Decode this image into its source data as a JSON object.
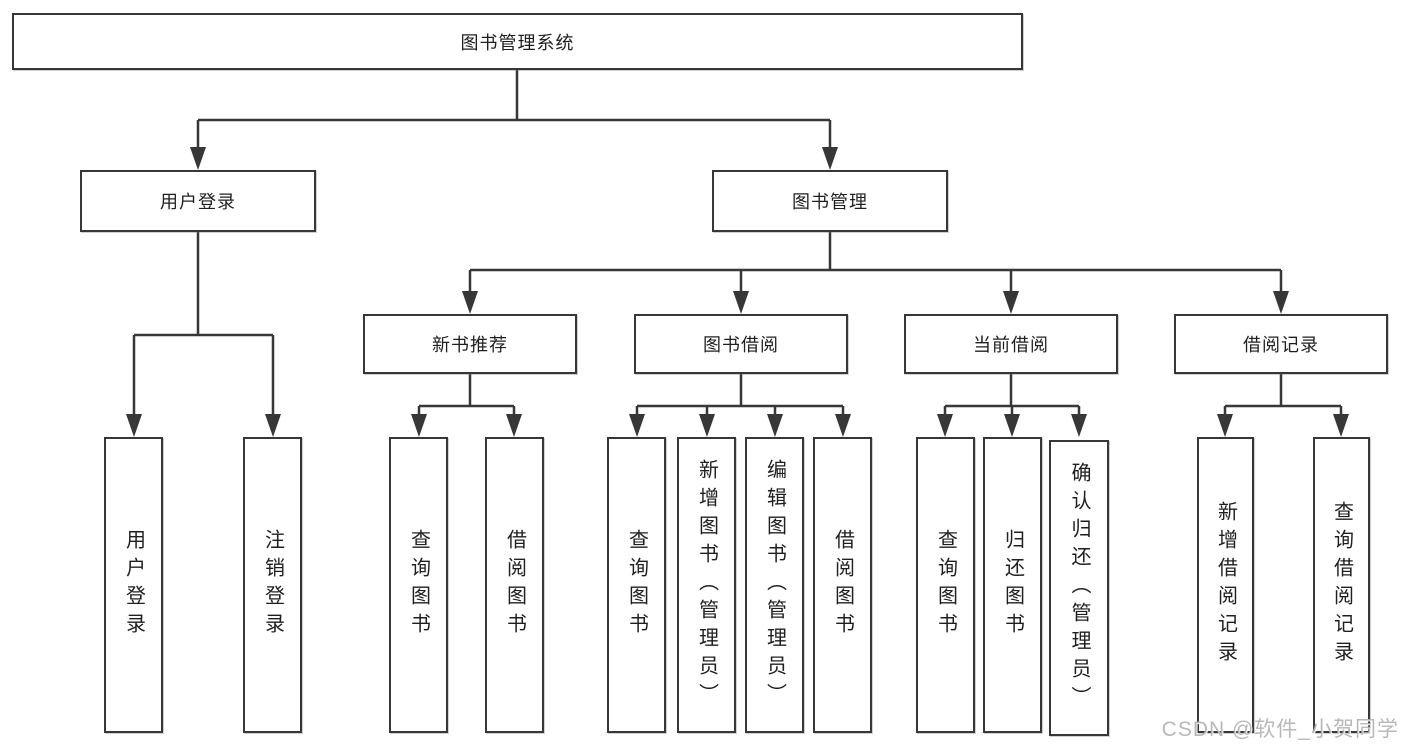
{
  "diagram": {
    "line_color": "#373737",
    "box_border_color": "#373737",
    "box_fill": "#ffffff",
    "text_color": "#1f1f1f",
    "root": {
      "label": "图书管理系统"
    },
    "branches": [
      {
        "label": "用户登录",
        "leaves": [
          {
            "label": "用户登录"
          },
          {
            "label": "注销登录"
          }
        ]
      },
      {
        "label": "图书管理",
        "groups": [
          {
            "label": "新书推荐",
            "leaves": [
              {
                "label": "查询图书"
              },
              {
                "label": "借阅图书"
              }
            ]
          },
          {
            "label": "图书借阅",
            "leaves": [
              {
                "label": "查询图书"
              },
              {
                "label": "新增图书（管理员）"
              },
              {
                "label": "编辑图书（管理员）"
              },
              {
                "label": "借阅图书"
              }
            ]
          },
          {
            "label": "当前借阅",
            "leaves": [
              {
                "label": "查询图书"
              },
              {
                "label": "归还图书"
              },
              {
                "label": "确认归还（管理员）"
              }
            ]
          },
          {
            "label": "借阅记录",
            "leaves": [
              {
                "label": "新增借阅记录"
              },
              {
                "label": "查询借阅记录"
              }
            ]
          }
        ]
      }
    ]
  },
  "watermark": {
    "text": "CSDN @软件_小贺同学",
    "color": "#b2b2b2"
  }
}
